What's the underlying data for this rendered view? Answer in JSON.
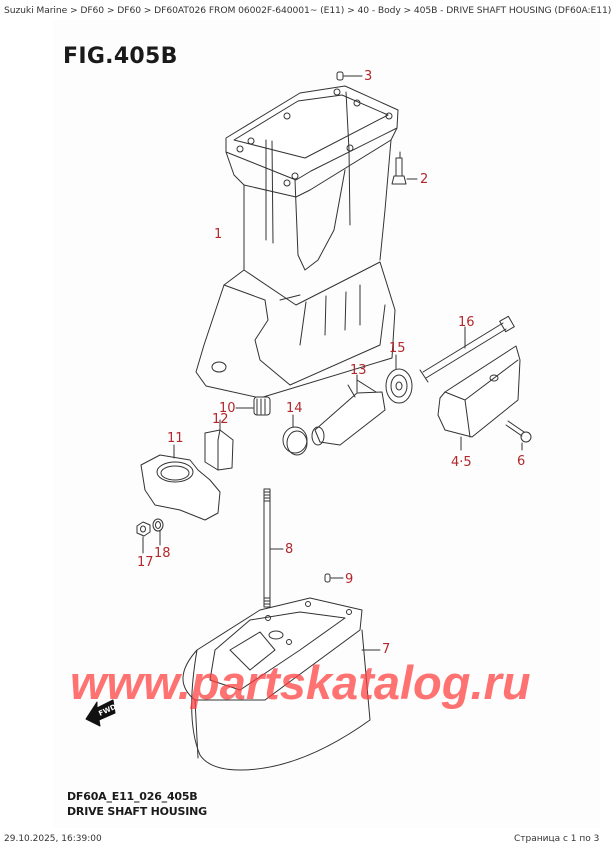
{
  "header": {
    "breadcrumb": "Suzuki Marine > DF60 > DF60 > DF60AT026 FROM 06002F-640001~ (E11) > 40 - Body > 405B - DRIVE SHAFT HOUSING (DF60A:E11)"
  },
  "figure": {
    "title": "FIG.405B",
    "code": "DF60A_E11_026_405B",
    "name": "DRIVE SHAFT HOUSING",
    "direction_label": "FWD",
    "callouts": [
      {
        "id": "1",
        "label": "1"
      },
      {
        "id": "2",
        "label": "2"
      },
      {
        "id": "3",
        "label": "3"
      },
      {
        "id": "4-5",
        "label": "4·5"
      },
      {
        "id": "6",
        "label": "6"
      },
      {
        "id": "7",
        "label": "7"
      },
      {
        "id": "8",
        "label": "8"
      },
      {
        "id": "9",
        "label": "9"
      },
      {
        "id": "10",
        "label": "10"
      },
      {
        "id": "11",
        "label": "11"
      },
      {
        "id": "12",
        "label": "12"
      },
      {
        "id": "13",
        "label": "13"
      },
      {
        "id": "14",
        "label": "14"
      },
      {
        "id": "15",
        "label": "15"
      },
      {
        "id": "16",
        "label": "16"
      },
      {
        "id": "17",
        "label": "17"
      },
      {
        "id": "18",
        "label": "18"
      }
    ],
    "callout_color": "#b3282d"
  },
  "watermark": {
    "text": "www.partskatalog.ru",
    "color": "#ff5a5a"
  },
  "footer": {
    "print_date": "29.10.2025, 16:39:00",
    "page": "Страница с 1 по 3"
  }
}
